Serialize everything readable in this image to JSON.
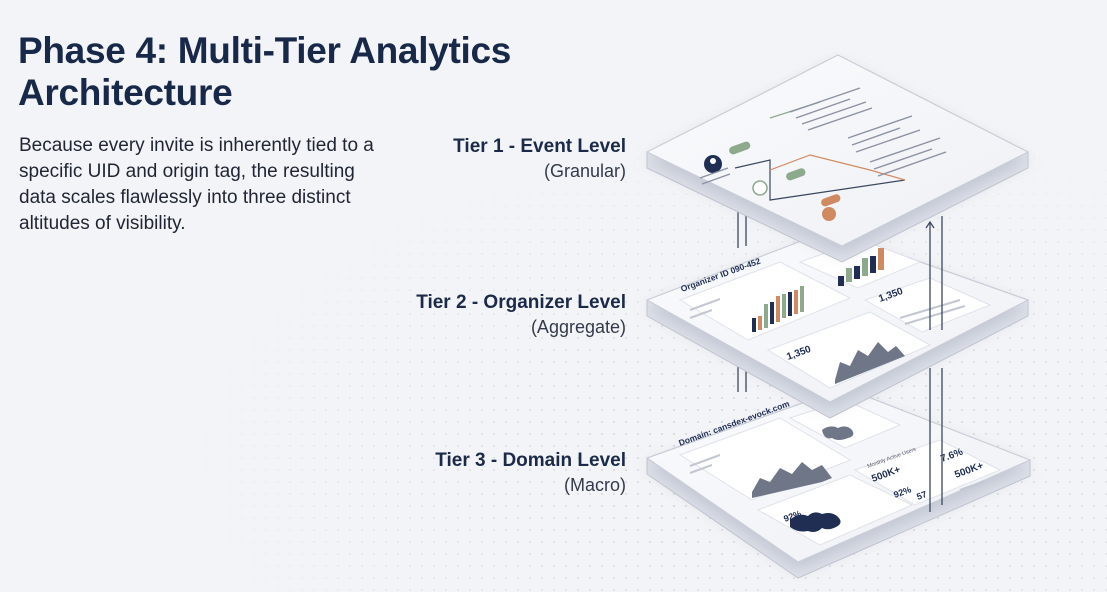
{
  "slide": {
    "title_line1": "Phase 4: Multi-Tier Analytics",
    "title_line2": "Architecture",
    "body": "Because every invite is inherently tied to a specific UID and origin tag, the resulting data scales flawlessly into three distinct altitudes of visibility."
  },
  "tiers": [
    {
      "name": "Tier 1 - Event Level",
      "sub": "(Granular)"
    },
    {
      "name": "Tier 2 - Organizer Level",
      "sub": "(Aggregate)"
    },
    {
      "name": "Tier 3 - Domain Level",
      "sub": "(Macro)"
    }
  ],
  "layer2": {
    "heading": "Organizer ID 090-452",
    "kpi_value": "1,350",
    "kpi2_value": "1,350"
  },
  "layer3": {
    "heading": "Domain: cansdex-evock.com",
    "kpi1_label": "Monthly Active Users",
    "kpi1_value": "500K+",
    "kpi2_value": "7.6%",
    "kpi3_value": "500K+",
    "pct_a": "92%",
    "pct_b": "92%",
    "small_value": "57"
  },
  "colors": {
    "navy": "#1f2e52",
    "orange": "#d08a62",
    "green": "#8eaa8c",
    "title": "#182849"
  }
}
